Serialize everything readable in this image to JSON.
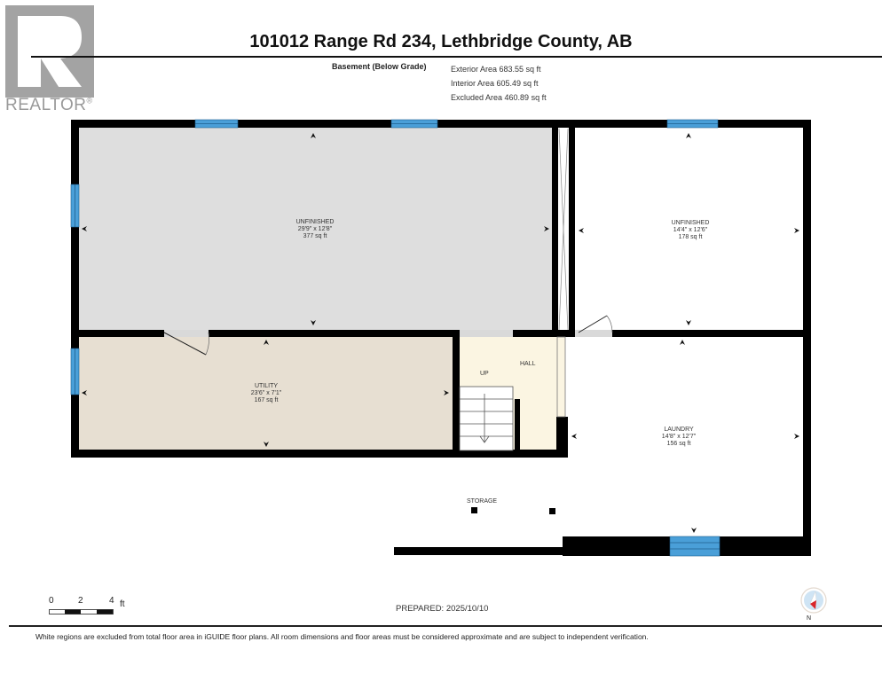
{
  "branding": {
    "logo_letter": "R",
    "logo_text": "REALTOR",
    "registered_mark": "®"
  },
  "header": {
    "title": "101012 Range Rd 234, Lethbridge County, AB",
    "level_label": "Basement (Below Grade)",
    "exterior_area": "Exterior Area 683.55 sq ft",
    "interior_area": "Interior Area 605.49 sq ft",
    "excluded_area": "Excluded Area 460.89 sq ft"
  },
  "colors": {
    "wall": "#000000",
    "unfinished_fill": "#dedede",
    "utility_fill": "#e7dfd2",
    "hall_fill": "#fbf5e2",
    "window": "#4a9fd8",
    "excluded_fill": "#ffffff"
  },
  "rooms": [
    {
      "name": "UNFINISHED",
      "dims": "29'9\" x 12'8\"",
      "area": "377 sq ft"
    },
    {
      "name": "UNFINISHED",
      "dims": "14'4\" x 12'6\"",
      "area": "178 sq ft"
    },
    {
      "name": "UTILITY",
      "dims": "23'6\" x 7'1\"",
      "area": "167 sq ft"
    },
    {
      "name": "HALL",
      "dims": "",
      "area": ""
    },
    {
      "name": "LAUNDRY",
      "dims": "14'8\" x 12'7\"",
      "area": "156 sq ft"
    },
    {
      "name": "STORAGE",
      "dims": "",
      "area": ""
    }
  ],
  "stairs": {
    "label": "UP"
  },
  "scale_bar": {
    "ticks": [
      "0",
      "2",
      "4"
    ],
    "unit": "ft"
  },
  "prepared": "PREPARED: 2025/10/10",
  "compass": {
    "label": "N",
    "icon": "compass-icon"
  },
  "footer": {
    "disclaimer": "White regions are excluded from total floor area in iGUIDE floor plans. All room dimensions and floor areas must be considered approximate and are subject to independent verification."
  }
}
